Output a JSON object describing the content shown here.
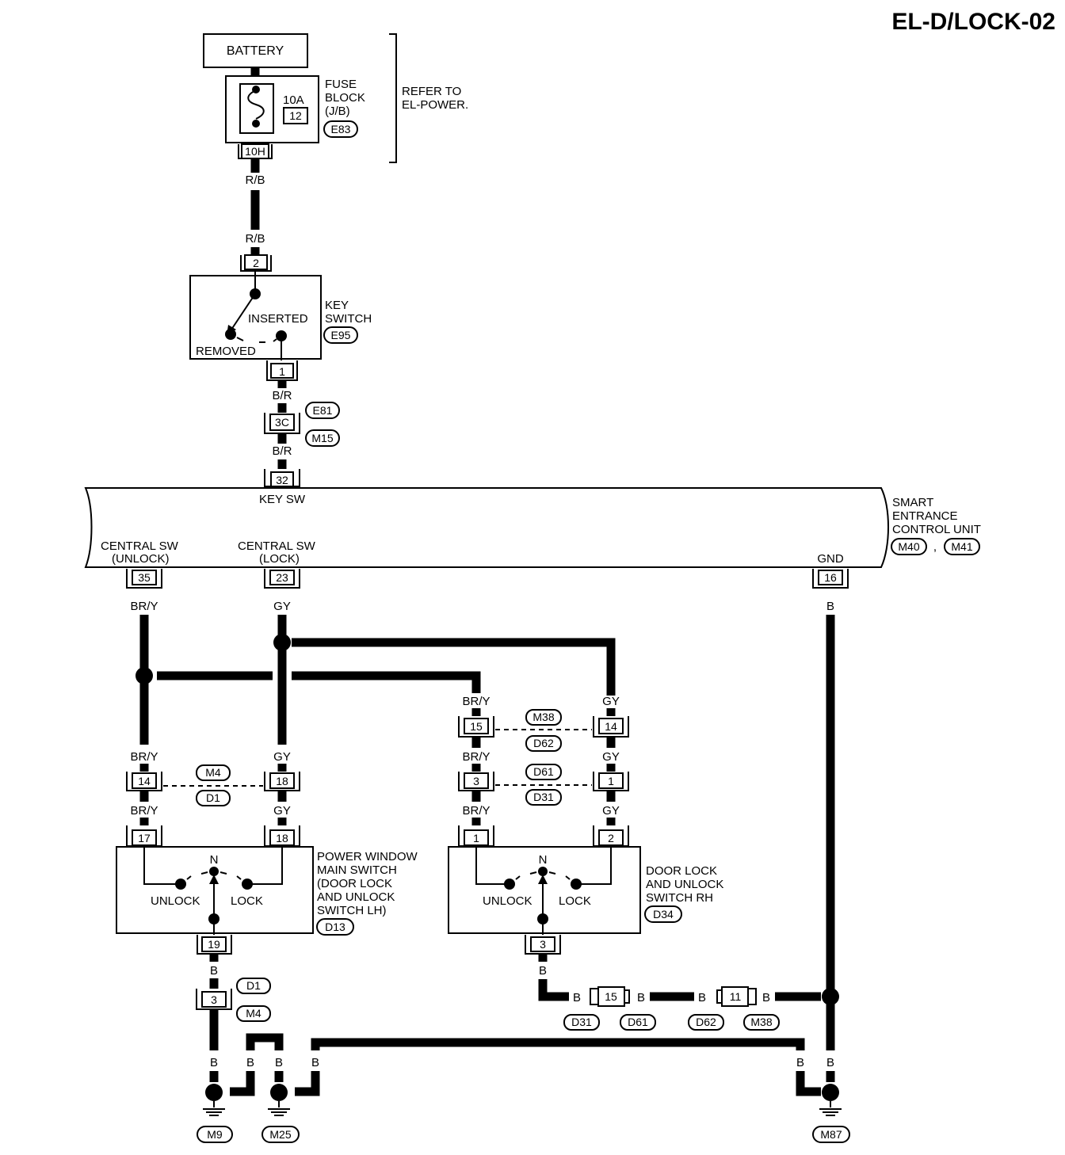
{
  "page_code": "EL-D/LOCK-02",
  "battery": "BATTERY",
  "fuse": {
    "label_lines": [
      "FUSE",
      "BLOCK",
      "(J/B)"
    ],
    "rating": "10A",
    "number": "12",
    "connector": "E83",
    "terminal": "10H",
    "refer_lines": [
      "REFER TO",
      "EL-POWER."
    ]
  },
  "key_switch": {
    "label_lines": [
      "KEY",
      "SWITCH"
    ],
    "connector": "E95",
    "pin_in": "2",
    "pin_out": "1",
    "inserted": "INSERTED",
    "removed": "REMOVED"
  },
  "joint_3c": {
    "pin": "3C",
    "conn_a": "E81",
    "conn_b": "M15"
  },
  "secu": {
    "label_lines": [
      "SMART",
      "ENTRANCE",
      "CONTROL UNIT"
    ],
    "conn_a": "M40",
    "conn_sep": ",",
    "conn_b": "M41",
    "key_sw": "KEY SW",
    "key_pin": "32",
    "unlock_lines": [
      "CENTRAL SW",
      "(UNLOCK)"
    ],
    "unlock_pin": "35",
    "lock_lines": [
      "CENTRAL SW",
      "(LOCK)"
    ],
    "lock_pin": "23",
    "gnd": "GND",
    "gnd_pin": "16"
  },
  "wire_colors": {
    "rb": "R/B",
    "br": "B/R",
    "bry": "BR/Y",
    "gy": "GY",
    "b": "B"
  },
  "lh_joint": {
    "pin_a": "14",
    "pin_b": "18",
    "conn_a": "M4",
    "conn_b": "D1"
  },
  "lh_switch": {
    "label_lines": [
      "POWER WINDOW",
      "MAIN SWITCH",
      "(DOOR LOCK",
      "AND UNLOCK",
      "SWITCH LH)"
    ],
    "connector": "D13",
    "pin_a": "17",
    "pin_b": "18",
    "pin_gnd": "19",
    "n": "N",
    "unlock": "UNLOCK",
    "lock": "LOCK"
  },
  "lh_ground_joint": {
    "pin": "3",
    "conn_a": "D1",
    "conn_b": "M4"
  },
  "rh_joint_1": {
    "pin_a": "15",
    "pin_b": "14",
    "conn_a": "M38",
    "conn_b": "D62"
  },
  "rh_joint_2": {
    "pin_a": "3",
    "pin_b": "1",
    "conn_a": "D61",
    "conn_b": "D31"
  },
  "rh_switch": {
    "label_lines": [
      "DOOR LOCK",
      "AND UNLOCK",
      "SWITCH RH"
    ],
    "connector": "D34",
    "pin_a": "1",
    "pin_b": "2",
    "pin_gnd": "3",
    "n": "N",
    "unlock": "UNLOCK",
    "lock": "LOCK"
  },
  "rh_ground": {
    "pin_a": "15",
    "pin_b": "11",
    "conn_a": "D31",
    "conn_b": "D61",
    "conn_c": "D62",
    "conn_d": "M38"
  },
  "grounds": {
    "g1": "M9",
    "g2": "M25",
    "g3": "M87"
  }
}
